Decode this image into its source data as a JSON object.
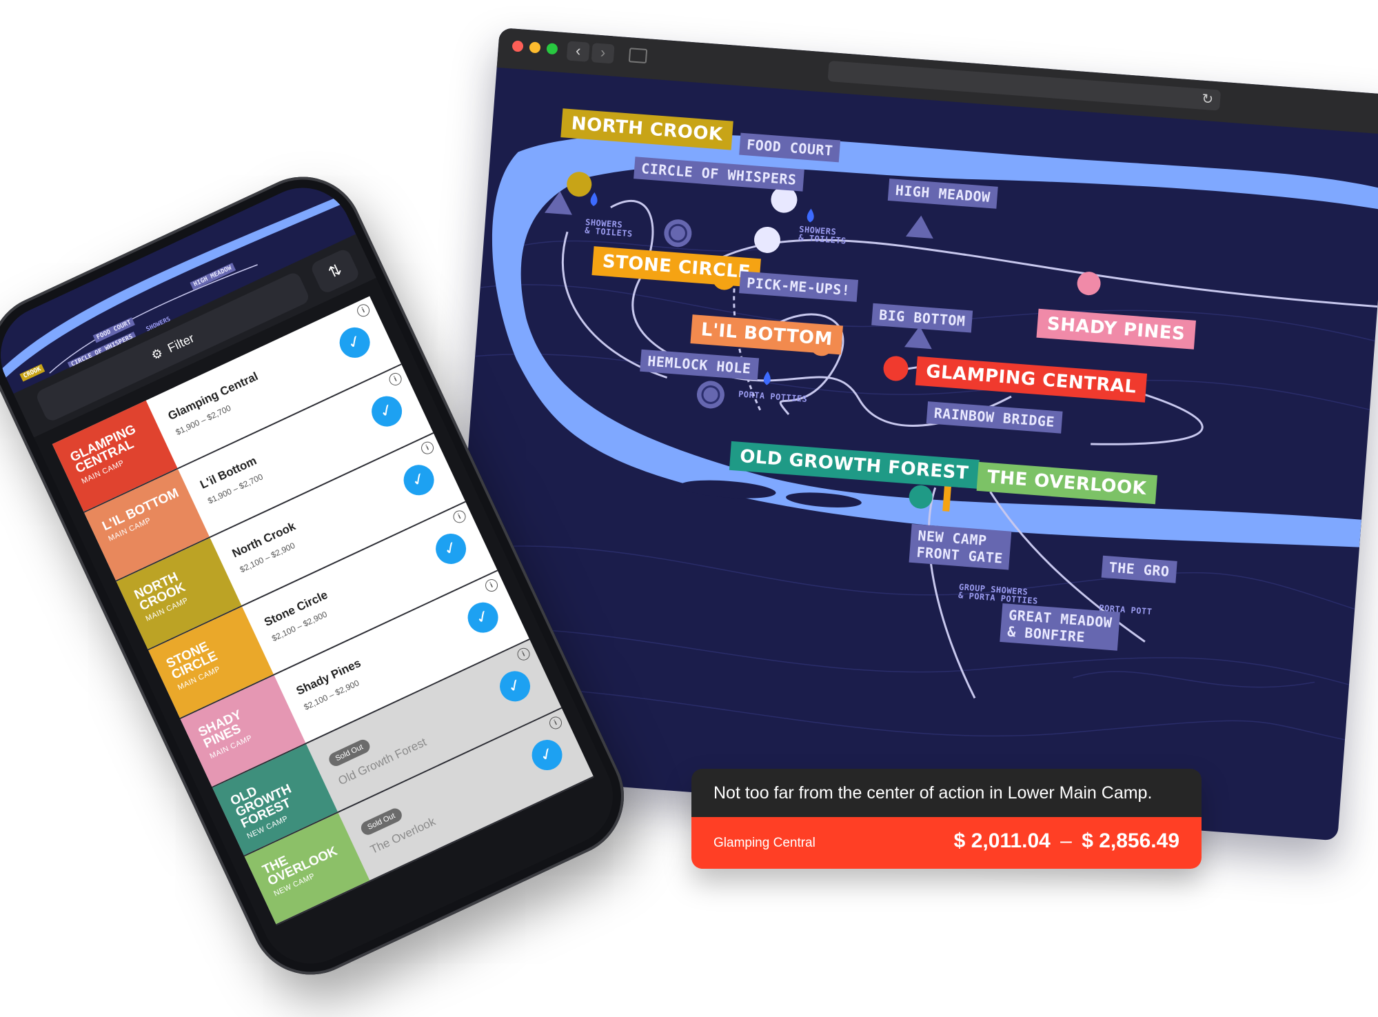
{
  "browser": {
    "map": {
      "labels": {
        "north_crook": "NORTH CROOK",
        "food_court": "FOOD COURT",
        "circle_of_whispers": "CIRCLE OF WHISPERS",
        "high_meadow": "HIGH MEADOW",
        "stone_circle": "STONE CIRCLE",
        "pick_me_ups": "PICK-ME-UPS!",
        "big_bottom": "BIG BOTTOM",
        "shady_pines": "SHADY PINES",
        "lil_bottom": "L'IL BOTTOM",
        "glamping_central": "GLAMPING CENTRAL",
        "hemlock_hole": "HEMLOCK HOLE",
        "rainbow_bridge": "RAINBOW BRIDGE",
        "old_growth_forest": "OLD GROWTH FOREST",
        "the_overlook": "THE OVERLOOK",
        "new_camp_front_gate_1": "NEW CAMP",
        "new_camp_front_gate_2": "FRONT GATE",
        "great_meadow_1": "GREAT MEADOW",
        "great_meadow_2": "& BONFIRE",
        "the_gro": "THE GRO",
        "showers_toilets_1_a": "SHOWERS",
        "showers_toilets_1_b": "& TOILETS",
        "showers_toilets_2_a": "SHOWERS",
        "showers_toilets_2_b": "& TOILETS",
        "porta_potties_1": "PORTA POTTIES",
        "porta_potties_2": "PORTA POTT",
        "group_showers_a": "GROUP SHOWERS",
        "group_showers_b": "& PORTA POTTIES"
      },
      "colors": {
        "background": "#1b1d4b",
        "river": "#7fa8ff",
        "trail": "#c8c8ee",
        "north_crook": "#c8a417",
        "stone_circle": "#f5a313",
        "lil_bottom": "#f28a4e",
        "glamping_central": "#f03a2e",
        "shady_pines": "#f08aa8",
        "old_growth_forest": "#1f9a86",
        "the_overlook": "#7cc266"
      }
    }
  },
  "phone": {
    "map": {
      "crook": "CROOK",
      "food_court": "FOOD COURT",
      "circle_of_whispers": "CIRCLE OF WHISPERS",
      "high_meadow": "HIGH MEADOW",
      "showers": "SHOWERS"
    },
    "filter_label": "Filter",
    "sort_icon": "⇅",
    "rows": [
      {
        "swatch_name": "Glamping Central",
        "swatch_camp": "Main Camp",
        "title": "Glamping Central",
        "price": "$1,900 – $2,700",
        "sold_out": false,
        "color": "#e0432f"
      },
      {
        "swatch_name": "L'il Bottom",
        "swatch_camp": "Main Camp",
        "title": "L'il Bottom",
        "price": "$1,900 – $2,700",
        "sold_out": false,
        "color": "#e8885c"
      },
      {
        "swatch_name": "North Crook",
        "swatch_camp": "Main Camp",
        "title": "North Crook",
        "price": "$2,100 – $2,900",
        "sold_out": false,
        "color": "#bca325"
      },
      {
        "swatch_name": "Stone Circle",
        "swatch_camp": "Main Camp",
        "title": "Stone Circle",
        "price": "$2,100 – $2,900",
        "sold_out": false,
        "color": "#eaa82a"
      },
      {
        "swatch_name": "Shady Pines",
        "swatch_camp": "Main Camp",
        "title": "Shady Pines",
        "price": "$2,100 – $2,900",
        "sold_out": false,
        "color": "#e597b3"
      },
      {
        "swatch_name": "Old Growth Forest",
        "swatch_camp": "New Camp",
        "title": "Old Growth Forest",
        "badge": "Sold Out",
        "sold_out": true,
        "color": "#3e8f7c"
      },
      {
        "swatch_name": "The Overlook",
        "swatch_camp": "New Camp",
        "title": "The Overlook",
        "badge": "Sold Out",
        "sold_out": true,
        "color": "#8cc068"
      }
    ]
  },
  "tooltip": {
    "description": "Not too far from the center of action in Lower Main Camp.",
    "name": "Glamping Central",
    "price_low": "$ 2,011.04",
    "price_sep": "–",
    "price_high": "$ 2,856.49"
  }
}
